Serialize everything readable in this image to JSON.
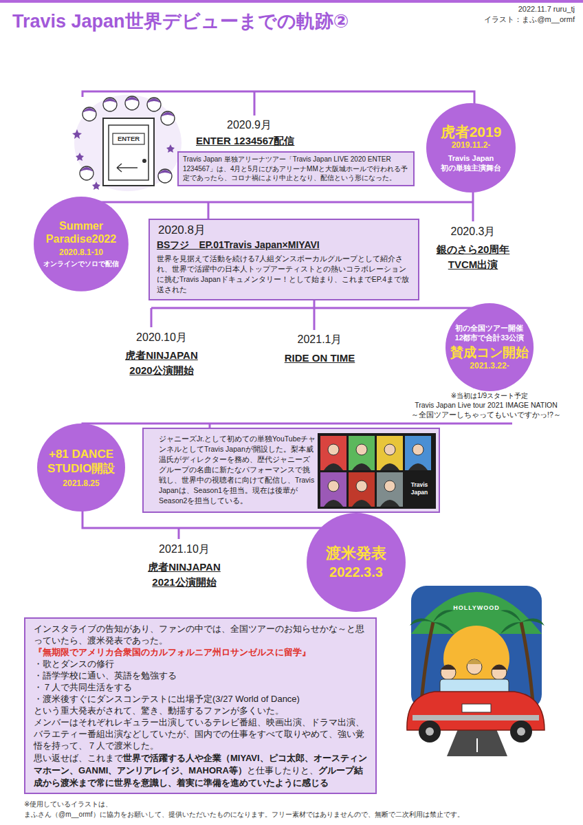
{
  "diagram": {
    "title": "Travis Japan世界デビューまでの軌跡②",
    "nodes": [
      {
        "text": [
          "2020.9月",
          "ENTER 1234567配信",
          "Travis Japan 単独アリーナツアー「Travis Japan LIVE 2020 ENTER 1234567」は、4月と5月にぴあアリーナMMと大阪城ホールで行われる予定であったら、コロナ禍により中止となり、配信という形になった。"
        ]
      },
      {
        "text": [
          "虎者2019",
          "2019.11.2-",
          "Travis Japan",
          "初の単独主演舞台"
        ]
      },
      {
        "text": [
          "Summer Paradise2022",
          "2020.8.1-10",
          "オンラインでソロで配信"
        ]
      },
      {
        "text": [
          "2020.8月",
          "BSフジ　EP.01Travis Japan×MIYAVI",
          "世界を見据えて活動を続ける7人組ダンスボーカルグループとして紹介され、世界で活躍中の日本人トップアーティストとの熱いコラボレーションに挑むTravis Japanドキュメンタリー！として始まり、これまでEP.4まで放送された"
        ]
      },
      {
        "text": [
          "初の全国ツアー開催",
          "12都市で合計33公演",
          "賛成コン開始",
          "2021.3.22-"
        ]
      },
      {
        "text": [
          "+81 DANCE STUDIO開設",
          "2021.8.25"
        ]
      },
      {
        "text": [
          "ジャニーズJr.として初めての単独YouTubeチャンネルとしてTravis Japanが開設した。梨本威温氏がディレクターを務め、歴代ジャニーズグループの名曲に新たなパフォーマンスで挑戦し、世界中の視聴者に向けて配信し、Travis Japanは、Season1を担当。現在は後輩がSeason2を担当している。"
        ]
      },
      {
        "text": [
          "渡米発表",
          "2022.3.3"
        ]
      },
      {
        "text": [
          "インスタライブの告知があり、ファンの中では、全国ツアーのお知らせかな～と思っていたら、渡米発表であった。",
          "『無期限でアメリカ合衆国のカルフォルニア州ロサンゼルスに留学』",
          "・歌とダンスの修行",
          "・語学学校に通い、英語を勉強する",
          "・７人で共同生活をする",
          "・渡米後すぐにダンスコンテストに出場予定(3/27 World of Dance)",
          "という重大発表がされて、驚き、動揺するファンが多くいた。",
          "メンバーはそれぞれレギュラー出演しているテレビ番組、映画出演、ドラマ出演、バラエティー番組出演などしていたが、国内での仕事をすべて取りやめて、強い覚悟を持って、７人で渡米した。",
          "思い返せば、これまで",
          "世界で活躍する人や企業（MIYAVI、ピコ太郎、オースティンマホーン、GANMI、アンリアレイジ、MAHORA等）",
          "と仕事したりと、",
          "グループ結成から渡米まで常に世界を意識し、着実に準備を進めていたように感じる"
        ]
      }
    ],
    "labels": [
      "2022.11.7 ruru_tj",
      "イラスト：まふ@m__ormf",
      "ENTER",
      "2020.3月",
      "銀のさら20周年 TVCM出演",
      "2020.10月",
      "虎者NINJAPAN 2020公演開始",
      "2021.1月",
      "RIDE ON TIME",
      "※当初は1/9スタート予定",
      "Travis Japan Live tour 2021 IMAGE NATION",
      "～全国ツアーしちゃってもいいですかっ!?～",
      "Travis Japan",
      "2021.10月",
      "虎者NINJAPAN 2021公演開始",
      "HOLLYWOOD",
      "※使用しているイラストは、",
      "まふさん（@m__ormf）に協力をお願いして、提供いただいたものになります。フリー素材ではありませんので、無断で二次利用は禁止です。"
    ]
  }
}
